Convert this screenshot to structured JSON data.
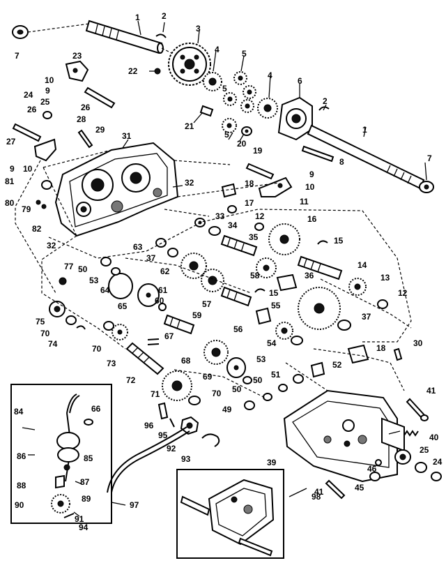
{
  "callouts": {
    "c1a": "1",
    "c1b": "1",
    "c2a": "2",
    "c2b": "2",
    "c3": "3",
    "c4a": "4",
    "c4b": "4",
    "c5a": "5",
    "c5b": "5",
    "c5c": "5",
    "c6": "6",
    "c7a": "7",
    "c7b": "7",
    "c8": "8",
    "c9a": "9",
    "c9b": "9",
    "c9c": "9",
    "c10a": "10",
    "c10b": "10",
    "c10c": "10",
    "c11": "11",
    "c12a": "12",
    "c12b": "12",
    "c13": "13",
    "c14": "14",
    "c15a": "15",
    "c15b": "15",
    "c16": "16",
    "c17": "17",
    "c18a": "18",
    "c18b": "18",
    "c19": "19",
    "c20": "20",
    "c21": "21",
    "c22": "22",
    "c23": "23",
    "c24a": "24",
    "c24b": "24",
    "c25a": "25",
    "c25b": "25",
    "c26a": "26",
    "c26b": "26",
    "c27": "27",
    "c28": "28",
    "c29": "29",
    "c30": "30",
    "c31": "31",
    "c32a": "32",
    "c32b": "32",
    "c33": "33",
    "c34": "34",
    "c35": "35",
    "c36": "36",
    "c37a": "37",
    "c37b": "37",
    "c39": "39",
    "c40": "40",
    "c41a": "41",
    "c41b": "41",
    "c45": "45",
    "c46": "46",
    "c49": "49",
    "c50a": "50",
    "c50b": "50",
    "c50c": "50",
    "c51": "51",
    "c52": "52",
    "c53a": "53",
    "c53b": "53",
    "c54": "54",
    "c55": "55",
    "c56": "56",
    "c57": "57",
    "c58": "58",
    "c59": "59",
    "c60": "60",
    "c61": "61",
    "c62": "62",
    "c63": "63",
    "c64": "64",
    "c65": "65",
    "c66": "66",
    "c67": "67",
    "c68": "68",
    "c69": "69",
    "c70a": "70",
    "c70b": "70",
    "c70c": "70",
    "c71": "71",
    "c72": "72",
    "c73": "73",
    "c74": "74",
    "c75": "75",
    "c77": "77",
    "c79": "79",
    "c80": "80",
    "c81": "81",
    "c82": "82",
    "c84": "84",
    "c85": "85",
    "c86": "86",
    "c87": "87",
    "c88": "88",
    "c89": "89",
    "c90": "90",
    "c91": "91",
    "c92": "92",
    "c93": "93",
    "c94": "94",
    "c95": "95",
    "c96": "96",
    "c97": "97",
    "c98": "98"
  }
}
